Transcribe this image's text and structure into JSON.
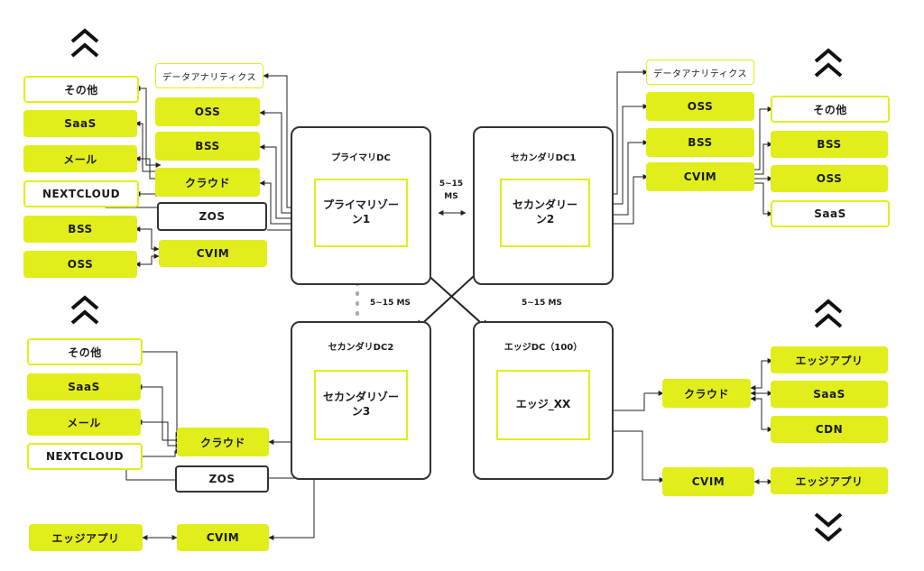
{
  "colors": {
    "accent": "#e1ee1b",
    "border": "#333333",
    "line": "#222222"
  },
  "primary_dc": {
    "title": "プライマリDC",
    "zone": "プライマリゾー\nン1"
  },
  "secondary_dc1": {
    "title": "セカンダリDC1",
    "zone": "セカンダリー\nン2"
  },
  "secondary_dc2": {
    "title": "セカンダリDC2",
    "zone": "セカンダリゾー\nン3"
  },
  "edge_dc": {
    "title": "エッジDC（100）",
    "zone": "エッジ_XX"
  },
  "latency": {
    "top": "5~15\nMS",
    "left": "5~15 MS",
    "right": "5~15 MS"
  },
  "top_left": {
    "analytics": "データアナリティクス",
    "oss": "OSS",
    "bss": "BSS",
    "cloud": "クラウド",
    "zos": "ZOS",
    "cvim": "CVIM",
    "other": "その他",
    "saas": "SaaS",
    "mail": "メール",
    "nextcloud": "NEXTCLOUD",
    "bss2": "BSS",
    "oss2": "OSS"
  },
  "top_right": {
    "analytics": "データアナリティクス",
    "oss": "OSS",
    "bss": "BSS",
    "cvim": "CVIM",
    "other": "その他",
    "bss2": "BSS",
    "oss2": "OSS",
    "saas": "SaaS"
  },
  "bottom_left": {
    "other": "その他",
    "saas": "SaaS",
    "mail": "メール",
    "nextcloud": "NEXTCLOUD",
    "cloud": "クラウド",
    "zos": "ZOS",
    "edge_app": "エッジアプリ",
    "cvim": "CVIM"
  },
  "bottom_right": {
    "cloud": "クラウド",
    "edge_app": "エッジアプリ",
    "saas": "SaaS",
    "cdn": "CDN",
    "cvim": "CVIM",
    "edge_app2": "エッジアプリ"
  },
  "icons": {
    "up": "double-chevron-up-icon",
    "down": "double-chevron-down-icon"
  }
}
